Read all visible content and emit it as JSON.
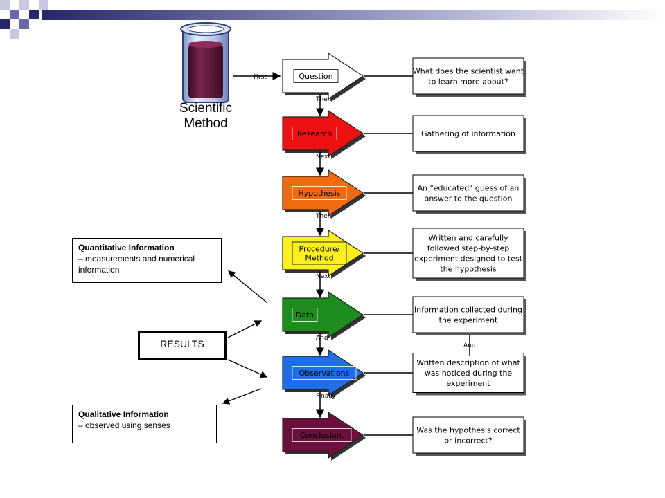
{
  "title": {
    "line1": "Scientific",
    "line2": "Method"
  },
  "steps": [
    {
      "label": [
        "Question"
      ],
      "color": "#ffffff",
      "desc": [
        "What does the scientist want",
        "to learn more about?"
      ],
      "connector": "First"
    },
    {
      "label": [
        "Research"
      ],
      "color": "#ee1111",
      "desc": [
        "Gathering of information"
      ],
      "connector": "Then"
    },
    {
      "label": [
        "Hypothesis"
      ],
      "color": "#f26a10",
      "desc": [
        "An \"educated\" guess of an",
        "answer to the question"
      ],
      "connector": "Next"
    },
    {
      "label": [
        "Procedure/",
        "Method"
      ],
      "color": "#fbef1e",
      "desc": [
        "Written and carefully",
        "followed step-by-step",
        "experiment designed to test",
        "the hypothesis"
      ],
      "connector": "Then"
    },
    {
      "label": [
        "Data"
      ],
      "color": "#1f8c1f",
      "desc": [
        "Information collected during",
        "the experiment"
      ],
      "connector": "Next"
    },
    {
      "label": [
        "Observations"
      ],
      "color": "#1e6fe6",
      "desc": [
        "Written description of what",
        "was noticed during the",
        "experiment"
      ],
      "connector": "And"
    },
    {
      "label": [
        "Conclusion."
      ],
      "color": "#6b0f3d",
      "desc": [
        "Was the hypothesis correct",
        "or incorrect?"
      ],
      "connector": "Finally"
    }
  ],
  "and_label": "And",
  "quantitative": {
    "heading": "Quantitative Information",
    "text": "– measurements and numerical information"
  },
  "results": "RESULTS",
  "qualitative": {
    "heading": "Qualitative Information",
    "text": "– observed using senses"
  },
  "colors": {
    "header_dark": "#26276b",
    "header_mid": "#6a6aa8",
    "header_light": "#c8c8e0",
    "tube_liquid": "#5c1538"
  }
}
